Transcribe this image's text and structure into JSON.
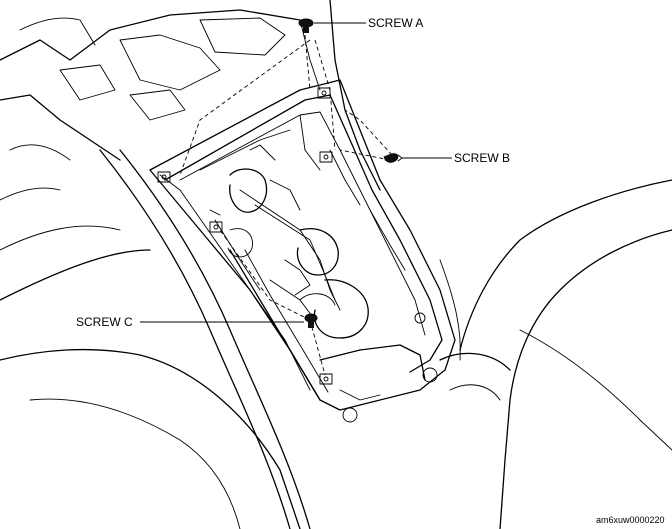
{
  "labels": {
    "screw_a": "SCREW A",
    "screw_b": "SCREW B",
    "screw_c": "SCREW C"
  },
  "reference_code": "am6xuw0000220"
}
